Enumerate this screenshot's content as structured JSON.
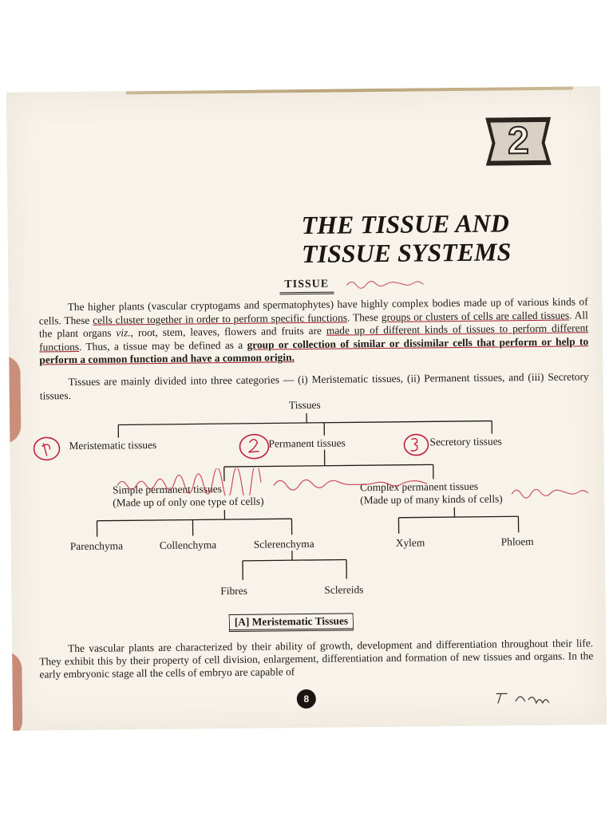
{
  "chapter": {
    "number": "2",
    "title_line1": "THE TISSUE AND",
    "title_line2": "TISSUE SYSTEMS"
  },
  "section_tissue": {
    "heading": "TISSUE",
    "intro_part1": "The higher plants (vascular cryptogams and spermatophytes) have highly complex bodies made up of various kinds of cells. These ",
    "intro_ul1": "cells cluster together in order to perform specific functions",
    "intro_part2": ". These ",
    "intro_ul2": "groups or clusters of cells are called tissues",
    "intro_part3": ". All the plant organs ",
    "intro_viz": "viz.",
    "intro_part4": ", root, stem, leaves, flowers and fruits are ",
    "intro_ul3": "made up of different kinds of tissues to perform different functions",
    "intro_part5": ". Thus, a tissue may be defined as a ",
    "intro_bold": "group or collection of similar or dissimilar cells that perform or help to perform a common function and have a common origin.",
    "categories_text": "Tissues are mainly divided into three categories — (i) Meristematic tissues, (ii) Permanent tissues, and (iii) Secretory tissues."
  },
  "classification_tree": {
    "root": "Tissues",
    "meristematic": "Meristematic tissues",
    "permanent": "Permanent tissues",
    "secretory": "Secretory tissues",
    "simple": "Simple permanent tissues",
    "simple_note": "(Made up of only one type of  cells)",
    "complex": "Complex permanent tissues",
    "complex_note": "(Made up of many kinds of cells)",
    "parenchyma": "Parenchyma",
    "collenchyma": "Collenchyma",
    "sclerenchyma": "Sclerenchyma",
    "xylem": "Xylem",
    "phloem": "Phloem",
    "fibres": "Fibres",
    "sclereids": "Sclereids"
  },
  "section_meristematic": {
    "heading": "[A] Meristematic Tissues",
    "paragraph": "The vascular plants are characterized by their ability of growth, development and differentiation throughout their life. They exhibit this by their property of cell division, enlargement, differentiation and formation of new tissues and organs. In the early embryonic stage all the cells of embryo are capable of"
  },
  "page_number": "8",
  "colors": {
    "paper": "#f7f2ea",
    "ink": "#1f1a17",
    "pen_annotation": "#c0203a"
  }
}
